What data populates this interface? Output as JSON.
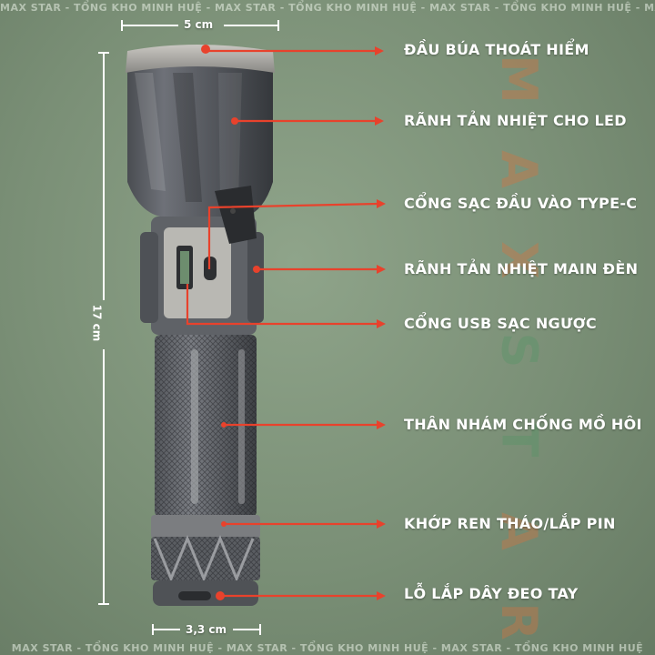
{
  "watermark": {
    "top_text": "MAX STAR - TỔNG KHO MINH HUỆ - MAX STAR - TỔNG KHO MINH HUỆ - MAX STAR - TỔNG KHO MINH HUỆ - MAX STAR",
    "bottom_text": "MAX STAR - TỔNG KHO MINH HUỆ - MAX STAR - TỔNG KHO MINH HUỆ - MAX STAR - TỔNG KHO MINH HUỆ",
    "vertical_letters": [
      "M",
      "A",
      "X",
      "S",
      "T",
      "A",
      "R"
    ]
  },
  "dimensions": {
    "head_width": "5 cm",
    "height": "17 cm",
    "tail_width": "3,3 cm"
  },
  "labels": [
    "ĐẦU BÚA THOÁT HIỂM",
    "RÃNH TẢN NHIỆT CHO LED",
    "CỔNG SẠC ĐẦU VÀO TYPE-C",
    "RÃNH TẢN NHIỆT MAIN ĐÈN",
    "CỔNG USB SẠC NGƯỢC",
    "THÂN NHÁM CHỐNG MỒ HÔI",
    "KHỚP REN THÁO/LẮP PIN",
    "LỖ LẮP DÂY ĐEO TAY"
  ],
  "colors": {
    "background": "#7a8f76",
    "callout_line": "#e8422c",
    "flashlight_body": "#5d6065",
    "label_text": "#ffffff",
    "watermark_orange": "#e0703a",
    "watermark_green": "#5f9a6a"
  }
}
